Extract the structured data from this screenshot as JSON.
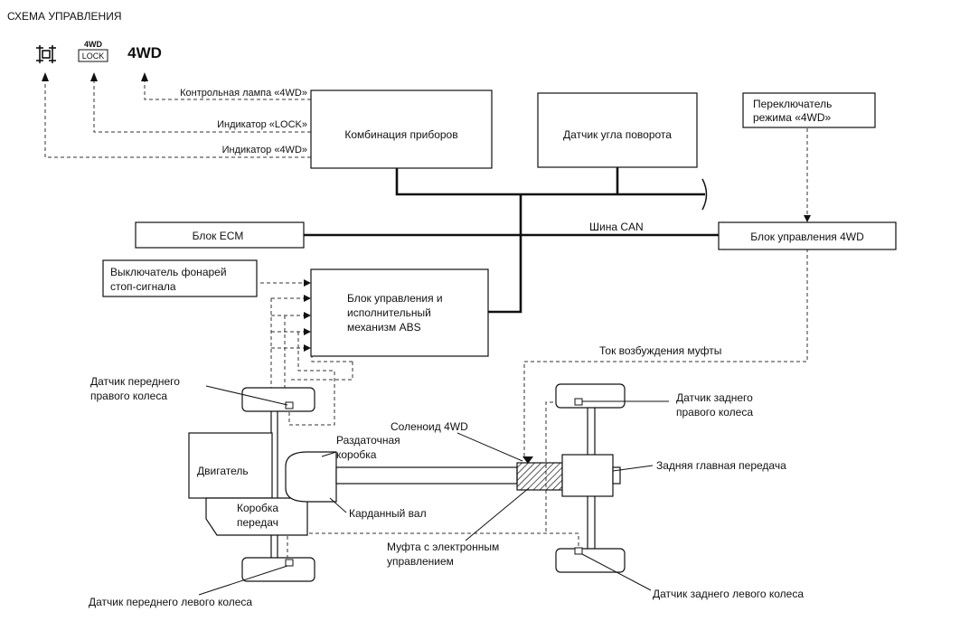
{
  "title": "СХЕМА УПРАВЛЕНИЯ",
  "indicators": {
    "lock_top": "4WD",
    "lock_box": "LOCK",
    "fourwd": "4WD"
  },
  "boxes": {
    "instruments": "Комбинация приборов",
    "steering_sensor": "Датчик угла поворота",
    "mode_switch_1": "Переключатель",
    "mode_switch_2": "режима «4WD»",
    "ecm": "Блок ECM",
    "awd_unit": "Блок управления 4WD",
    "stop_switch_1": "Выключатель фонарей",
    "stop_switch_2": "стоп-сигнала",
    "abs_1": "Блок управления и",
    "abs_2": "исполнительный",
    "abs_3": "механизм ABS",
    "engine": "Двигатель",
    "gearbox_1": "Коробка",
    "gearbox_2": "передач"
  },
  "signals": {
    "lamp": "Контрольная лампа «4WD»",
    "lock_ind": "Индикатор «LOCK»",
    "awd_ind": "Индикатор «4WD»",
    "can_bus": "Шина CAN",
    "clutch_current": "Ток возбуждения муфты"
  },
  "labels": {
    "front_right_1": "Датчик переднего",
    "front_right_2": "правого колеса",
    "rear_right_1": "Датчик заднего",
    "rear_right_2": "правого колеса",
    "solenoid": "Соленоид 4WD",
    "transfer_1": "Раздаточная",
    "transfer_2": "коробка",
    "rear_diff": "Задняя главная передача",
    "prop_shaft": "Карданный вал",
    "clutch_1": "Муфта с электронным",
    "clutch_2": "управлением",
    "front_left": "Датчик переднего левого колеса",
    "rear_left": "Датчик заднего левого колеса"
  }
}
